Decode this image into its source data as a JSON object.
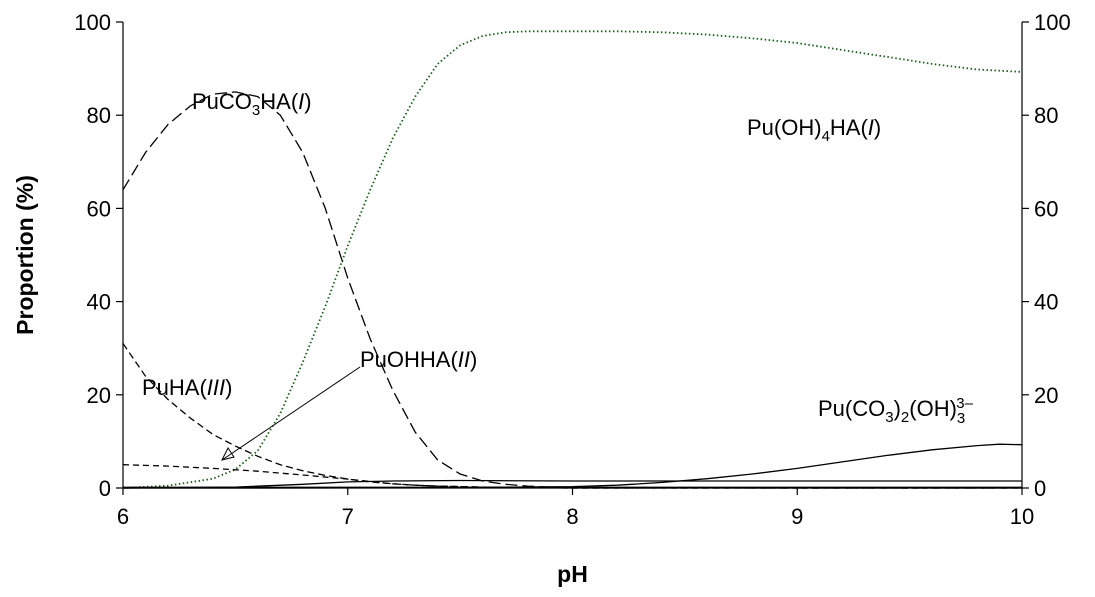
{
  "chart_data": {
    "type": "line",
    "xlabel": "pH",
    "ylabel": "Proportion (%)",
    "xlim": [
      6,
      10
    ],
    "ylim": [
      0,
      100
    ],
    "xticks": [
      "6",
      "7",
      "8",
      "9",
      "10"
    ],
    "yticks": [
      "0",
      "20",
      "40",
      "60",
      "80",
      "100"
    ],
    "y2ticks": [
      "0",
      "20",
      "40",
      "60",
      "80",
      "100"
    ],
    "grid": false,
    "legend": "none",
    "series": [
      {
        "name": "PuCO3HA(I)",
        "style": "long-dash",
        "x": [
          6.0,
          6.1,
          6.2,
          6.3,
          6.4,
          6.5,
          6.6,
          6.7,
          6.8,
          6.9,
          7.0,
          7.1,
          7.2,
          7.3,
          7.4,
          7.5,
          7.6,
          7.7,
          7.8,
          7.9,
          8.0,
          8.5,
          9.0,
          10.0
        ],
        "y": [
          64,
          72,
          78,
          82,
          84.5,
          85,
          84,
          80,
          72,
          60,
          45,
          32,
          21,
          12,
          6,
          3,
          1.5,
          0.8,
          0.4,
          0.2,
          0.1,
          0.05,
          0,
          0
        ]
      },
      {
        "name": "Pu(OH)4HA(I)",
        "style": "dotted",
        "x": [
          6.0,
          6.2,
          6.4,
          6.5,
          6.6,
          6.7,
          6.8,
          6.9,
          7.0,
          7.1,
          7.2,
          7.3,
          7.4,
          7.5,
          7.6,
          7.7,
          7.8,
          8.0,
          8.2,
          8.4,
          8.6,
          8.8,
          9.0,
          9.2,
          9.4,
          9.6,
          9.8,
          10.0
        ],
        "y": [
          0,
          0.5,
          2,
          4,
          8,
          16,
          27,
          39,
          52,
          64,
          75,
          84,
          91,
          95,
          97,
          97.8,
          98,
          98,
          98,
          97.8,
          97.3,
          96.5,
          95.5,
          94,
          92.5,
          91,
          89.8,
          89.3
        ]
      },
      {
        "name": "PuHA(III)",
        "style": "medium-dash",
        "x": [
          6.0,
          6.1,
          6.2,
          6.3,
          6.4,
          6.5,
          6.6,
          6.7,
          6.8,
          6.9,
          7.0,
          7.1,
          7.2,
          7.3,
          7.4,
          7.5,
          7.6,
          7.8,
          8.0,
          10.0
        ],
        "y": [
          31,
          24,
          19,
          15,
          11.5,
          9,
          6.8,
          5,
          3.7,
          2.7,
          1.9,
          1.3,
          0.9,
          0.6,
          0.4,
          0.3,
          0.2,
          0.1,
          0,
          0
        ]
      },
      {
        "name": "PuOHHA(II)",
        "style": "dash",
        "x": [
          6.0,
          6.2,
          6.4,
          6.6,
          6.8,
          7.0,
          7.1,
          7.2,
          7.3,
          7.4,
          7.6,
          7.8,
          8.0,
          10.0
        ],
        "y": [
          5,
          4.7,
          4.2,
          3.6,
          2.8,
          1.9,
          1.4,
          0.9,
          0.6,
          0.4,
          0.2,
          0.1,
          0,
          0
        ]
      },
      {
        "name": "Pu(CO3)2(OH)3 3-",
        "style": "solid",
        "x": [
          6.0,
          6.5,
          7.0,
          7.5,
          8.0,
          8.2,
          8.4,
          8.6,
          8.8,
          9.0,
          9.2,
          9.4,
          9.6,
          9.8,
          9.9,
          10.0
        ],
        "y": [
          0,
          0,
          0.05,
          0.1,
          0.3,
          0.6,
          1.2,
          2,
          3,
          4.2,
          5.6,
          7,
          8.2,
          9.1,
          9.4,
          9.3
        ]
      },
      {
        "name": "flat-solid-1.5",
        "style": "solid",
        "x": [
          6.0,
          6.5,
          6.8,
          7.0,
          7.2,
          7.5,
          8.0,
          10.0
        ],
        "y": [
          0,
          0.2,
          0.8,
          1.3,
          1.5,
          1.6,
          1.5,
          1.5
        ]
      },
      {
        "name": "flat-solid-0",
        "style": "solid",
        "x": [
          6.0,
          10.0
        ],
        "y": [
          0.15,
          0.15
        ]
      }
    ],
    "annotations": {
      "puco3ha": {
        "p1": "PuCO",
        "sub1": "3",
        "p2": "HA(",
        "ital": "I",
        "p3": ")"
      },
      "puoh4ha": {
        "p1": "Pu(OH)",
        "sub1": "4",
        "p2": "HA(",
        "ital": "I",
        "p3": ")"
      },
      "puha": {
        "p1": "PuHA(",
        "ital": "III",
        "p3": ")"
      },
      "puohha": {
        "p1": "PuOHHA(",
        "ital": "II",
        "p3": ")"
      },
      "puco3oh": {
        "p1": "Pu(CO",
        "sub1": "3",
        "p2": ")",
        "sub2": "2",
        "p3": "(OH)",
        "sub3": "3",
        "sup3": "3–"
      }
    }
  }
}
